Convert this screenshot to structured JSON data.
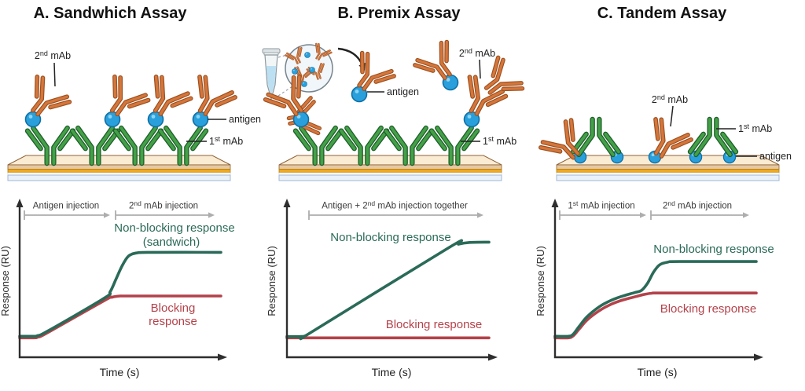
{
  "figure": {
    "description_colors": {
      "non_blocking_curve": "#2A6A58",
      "blocking_curve": "#B4424A",
      "first_mab_antibody": "#43A047",
      "second_mab_antibody": "#D4763B",
      "antigen_sphere": "#29A0DB",
      "chip_gold_layer": "#EFA91F",
      "injection_arrow": "#ADADAD"
    }
  },
  "panels": [
    {
      "id": "A",
      "title": "A. Sandwhich Assay",
      "diagram_labels": {
        "mab2": {
          "base": "2",
          "sup": "nd",
          "rest": " mAb"
        },
        "antigen": {
          "base": "antigen",
          "sup": "",
          "rest": ""
        },
        "mab1": {
          "base": "1",
          "sup": "st",
          "rest": " mAb"
        }
      },
      "plot": {
        "ylabel": "Response (RU)",
        "xlabel": "Time (s)",
        "injections": [
          {
            "base": "Antigen injection",
            "sup": "",
            "rest": ""
          },
          {
            "base": "2",
            "sup": "nd",
            "rest": " mAb injection"
          }
        ],
        "curve_labels": {
          "green": [
            "Non-blocking response",
            "(sandwich)"
          ],
          "red": [
            "Blocking",
            "response"
          ]
        }
      }
    },
    {
      "id": "B",
      "title": "B. Premix Assay",
      "diagram_labels": {
        "mab2": {
          "base": "2",
          "sup": "nd",
          "rest": " mAb"
        },
        "antigen": {
          "base": "antigen",
          "sup": "",
          "rest": ""
        },
        "mab1": {
          "base": "1",
          "sup": "st",
          "rest": " mAb"
        }
      },
      "plot": {
        "ylabel": "Response (RU)",
        "xlabel": "Time (s)",
        "injections": [
          {
            "base": "Antigen + 2",
            "sup": "nd",
            "rest": " mAb injection together"
          }
        ],
        "curve_labels": {
          "green": [
            "Non-blocking response"
          ],
          "red": [
            "Blocking response"
          ]
        }
      }
    },
    {
      "id": "C",
      "title": "C. Tandem Assay",
      "diagram_labels": {
        "mab2": {
          "base": "2",
          "sup": "nd",
          "rest": " mAb"
        },
        "antigen": {
          "base": "antigen",
          "sup": "",
          "rest": ""
        },
        "mab1": {
          "base": "1",
          "sup": "st",
          "rest": " mAb"
        }
      },
      "plot": {
        "ylabel": "Response (RU)",
        "xlabel": "Time (s)",
        "injections": [
          {
            "base": "1",
            "sup": "st",
            "rest": " mAb injection"
          },
          {
            "base": "2",
            "sup": "nd",
            "rest": " mAb injection"
          }
        ],
        "curve_labels": {
          "green": [
            "Non-blocking response"
          ],
          "red": [
            "Blocking response"
          ]
        }
      }
    }
  ],
  "chart_data": [
    {
      "type": "line",
      "panel": "A",
      "title": "Sandwich assay sensorgram",
      "xlabel": "Time (s)",
      "ylabel": "Response (RU)",
      "axes_ranges_normalized": {
        "x": [
          0,
          1
        ],
        "y": [
          0,
          1
        ]
      },
      "grid": false,
      "injection_phases": [
        {
          "label": "Antigen injection",
          "x_start": 0.02,
          "x_end": 0.45
        },
        {
          "label": "2nd mAb injection",
          "x_start": 0.48,
          "x_end": 0.97
        }
      ],
      "series": [
        {
          "name": "Non-blocking response (sandwich)",
          "color": "#2A6A58",
          "points": [
            [
              0,
              0.16
            ],
            [
              0.07,
              0.16
            ],
            [
              0.09,
              0.165
            ],
            [
              0.14,
              0.2
            ],
            [
              0.42,
              0.45
            ],
            [
              0.45,
              0.5
            ],
            [
              0.48,
              0.6
            ],
            [
              0.51,
              0.7
            ],
            [
              0.54,
              0.77
            ],
            [
              0.58,
              0.795
            ],
            [
              0.65,
              0.8
            ],
            [
              1,
              0.8
            ]
          ]
        },
        {
          "name": "Blocking response",
          "color": "#B4424A",
          "points": [
            [
              0,
              0.148
            ],
            [
              0.07,
              0.148
            ],
            [
              0.09,
              0.153
            ],
            [
              0.14,
              0.188
            ],
            [
              0.42,
              0.432
            ],
            [
              0.46,
              0.458
            ],
            [
              0.5,
              0.467
            ],
            [
              0.56,
              0.467
            ],
            [
              1,
              0.467
            ]
          ]
        }
      ]
    },
    {
      "type": "line",
      "panel": "B",
      "title": "Premix assay sensorgram",
      "xlabel": "Time (s)",
      "ylabel": "Response (RU)",
      "axes_ranges_normalized": {
        "x": [
          0,
          1
        ],
        "y": [
          0,
          1
        ]
      },
      "grid": false,
      "injection_phases": [
        {
          "label": "Antigen + 2nd mAb injection together",
          "x_start": 0.11,
          "x_end": 0.98
        }
      ],
      "series": [
        {
          "name": "Non-blocking response",
          "color": "#2A6A58",
          "points": [
            [
              0,
              0.158
            ],
            [
              0.07,
              0.158
            ],
            [
              0.09,
              0.163
            ],
            [
              0.13,
              0.2
            ],
            [
              0.8,
              0.835
            ],
            [
              0.85,
              0.862
            ],
            [
              0.9,
              0.875
            ],
            [
              1,
              0.878
            ]
          ]
        },
        {
          "name": "Blocking response",
          "color": "#B4424A",
          "points": [
            [
              0,
              0.148
            ],
            [
              0.5,
              0.148
            ],
            [
              1,
              0.148
            ]
          ]
        }
      ]
    },
    {
      "type": "line",
      "panel": "C",
      "title": "Tandem assay sensorgram",
      "xlabel": "Time (s)",
      "ylabel": "Response (RU)",
      "axes_ranges_normalized": {
        "x": [
          0,
          1
        ],
        "y": [
          0,
          1
        ]
      },
      "grid": false,
      "injection_phases": [
        {
          "label": "1st mAb injection",
          "x_start": 0.02,
          "x_end": 0.45
        },
        {
          "label": "2nd mAb injection",
          "x_start": 0.48,
          "x_end": 0.97
        }
      ],
      "series": [
        {
          "name": "Non-blocking response",
          "color": "#2A6A58",
          "points": [
            [
              0,
              0.16
            ],
            [
              0.065,
              0.16
            ],
            [
              0.09,
              0.175
            ],
            [
              0.12,
              0.235
            ],
            [
              0.16,
              0.31
            ],
            [
              0.22,
              0.385
            ],
            [
              0.28,
              0.435
            ],
            [
              0.34,
              0.468
            ],
            [
              0.4,
              0.495
            ],
            [
              0.43,
              0.51
            ],
            [
              0.46,
              0.565
            ],
            [
              0.49,
              0.65
            ],
            [
              0.52,
              0.705
            ],
            [
              0.56,
              0.725
            ],
            [
              0.62,
              0.73
            ],
            [
              1,
              0.73
            ]
          ]
        },
        {
          "name": "Blocking response",
          "color": "#B4424A",
          "points": [
            [
              0,
              0.148
            ],
            [
              0.065,
              0.148
            ],
            [
              0.09,
              0.162
            ],
            [
              0.12,
              0.215
            ],
            [
              0.16,
              0.285
            ],
            [
              0.22,
              0.355
            ],
            [
              0.28,
              0.405
            ],
            [
              0.34,
              0.438
            ],
            [
              0.4,
              0.462
            ],
            [
              0.44,
              0.478
            ],
            [
              0.48,
              0.488
            ],
            [
              0.54,
              0.49
            ],
            [
              1,
              0.49
            ]
          ]
        }
      ]
    }
  ]
}
